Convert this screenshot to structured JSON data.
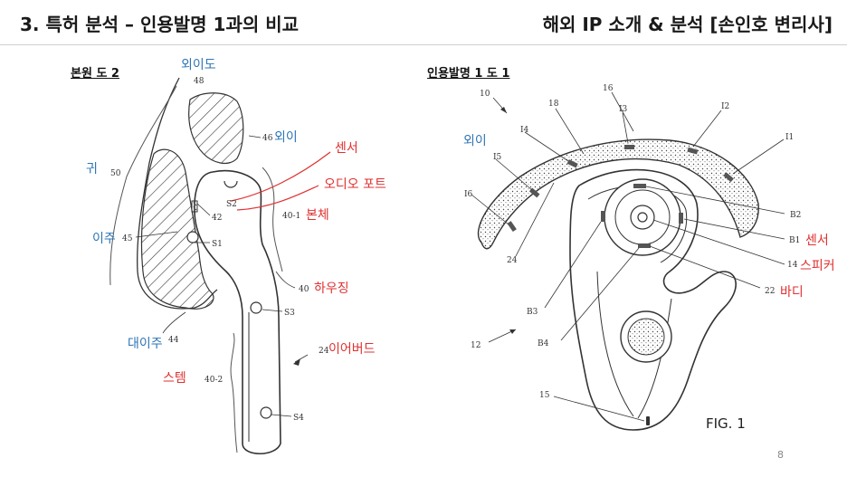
{
  "header": {
    "title_left": "3. 특허 분석 – 인용발명 1과의 비교",
    "title_right": "해외 IP 소개 & 분석 [손인호 변리사]"
  },
  "left_figure": {
    "label": "본원 도 2",
    "ref_numbers": {
      "n48": "48",
      "n46": "46",
      "n50": "50",
      "n45": "45",
      "n42": "42",
      "s1": "S1",
      "s2": "S2",
      "n401": "40-1",
      "n40": "40",
      "s3": "S3",
      "n24": "24",
      "n44": "44",
      "n402": "40-2",
      "s4": "S4"
    },
    "annotations_blue": {
      "ear_canal": "외이도",
      "outer_ear": "외이",
      "ear": "귀",
      "tragus": "이주",
      "antitragus": "대이주"
    },
    "annotations_red": {
      "sensor": "센서",
      "audio_port": "오디오 포트",
      "body": "본체",
      "housing": "하우징",
      "earbud": "이어버드",
      "stem": "스템"
    }
  },
  "right_figure": {
    "label": "인용발명 1 도 1",
    "ref_numbers": {
      "n10": "10",
      "n16": "16",
      "n18": "18",
      "i3": "I3",
      "i2": "I2",
      "i4": "I4",
      "i1": "I1",
      "i5": "I5",
      "i6": "I6",
      "n24": "24",
      "b2": "B2",
      "b1": "B1",
      "n14": "14",
      "n22": "22",
      "b3": "B3",
      "n12": "12",
      "b4": "B4",
      "n15": "15"
    },
    "fig_caption": "FIG. 1",
    "annotations_blue": {
      "outer_ear": "외이"
    },
    "annotations_red": {
      "sensor": "센서",
      "speaker": "스피커",
      "body": "바디"
    }
  },
  "footer": {
    "page_number": "8"
  },
  "colors": {
    "blue": "#2e75b6",
    "red": "#e03030",
    "line": "#333333"
  }
}
